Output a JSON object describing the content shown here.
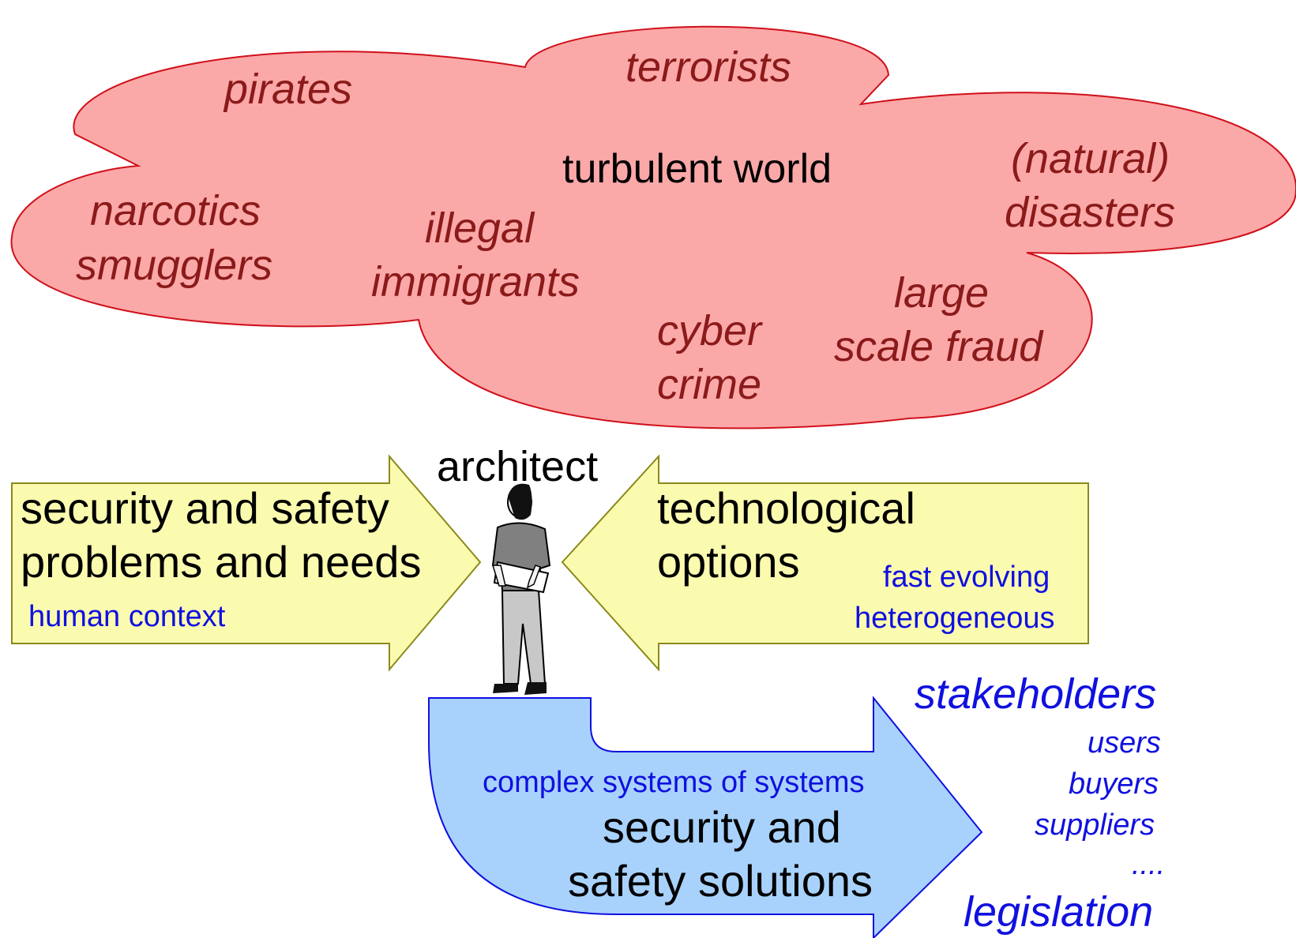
{
  "cloud": {
    "title": "turbulent world",
    "threats": {
      "pirates": "pirates",
      "terrorists": "terrorists",
      "natural_1": "(natural)",
      "natural_2": "disasters",
      "narcotics_1": "narcotics",
      "narcotics_2": "smugglers",
      "illegal_1": "illegal",
      "illegal_2": "immigrants",
      "fraud_1": "large",
      "fraud_2": "scale fraud",
      "cyber_1": "cyber",
      "cyber_2": "crime"
    }
  },
  "architect": {
    "label": "architect"
  },
  "left_arrow": {
    "line1": "security and safety",
    "line2": "problems and needs",
    "note": "human context"
  },
  "right_arrow": {
    "line1": "technological",
    "line2": "options",
    "note1": "fast  evolving",
    "note2": "heterogeneous"
  },
  "bottom_arrow": {
    "note": "complex systems of systems",
    "line1": "security and",
    "line2": "safety solutions"
  },
  "side_list": {
    "stakeholders": "stakeholders",
    "users": "users",
    "buyers": "buyers",
    "suppliers": "suppliers",
    "ellipsis": "....",
    "legislation": "legislation"
  },
  "colors": {
    "cloud_fill": "#FBA8A8",
    "cloud_stroke": "#D0101A",
    "yellow_fill": "#FBFBB0",
    "yellow_stroke": "#8A8A1A",
    "blue_fill": "#A8D2FB",
    "blue_stroke": "#1010E0",
    "threat_text": "#8B1A1A",
    "note_text": "#1010E0"
  }
}
